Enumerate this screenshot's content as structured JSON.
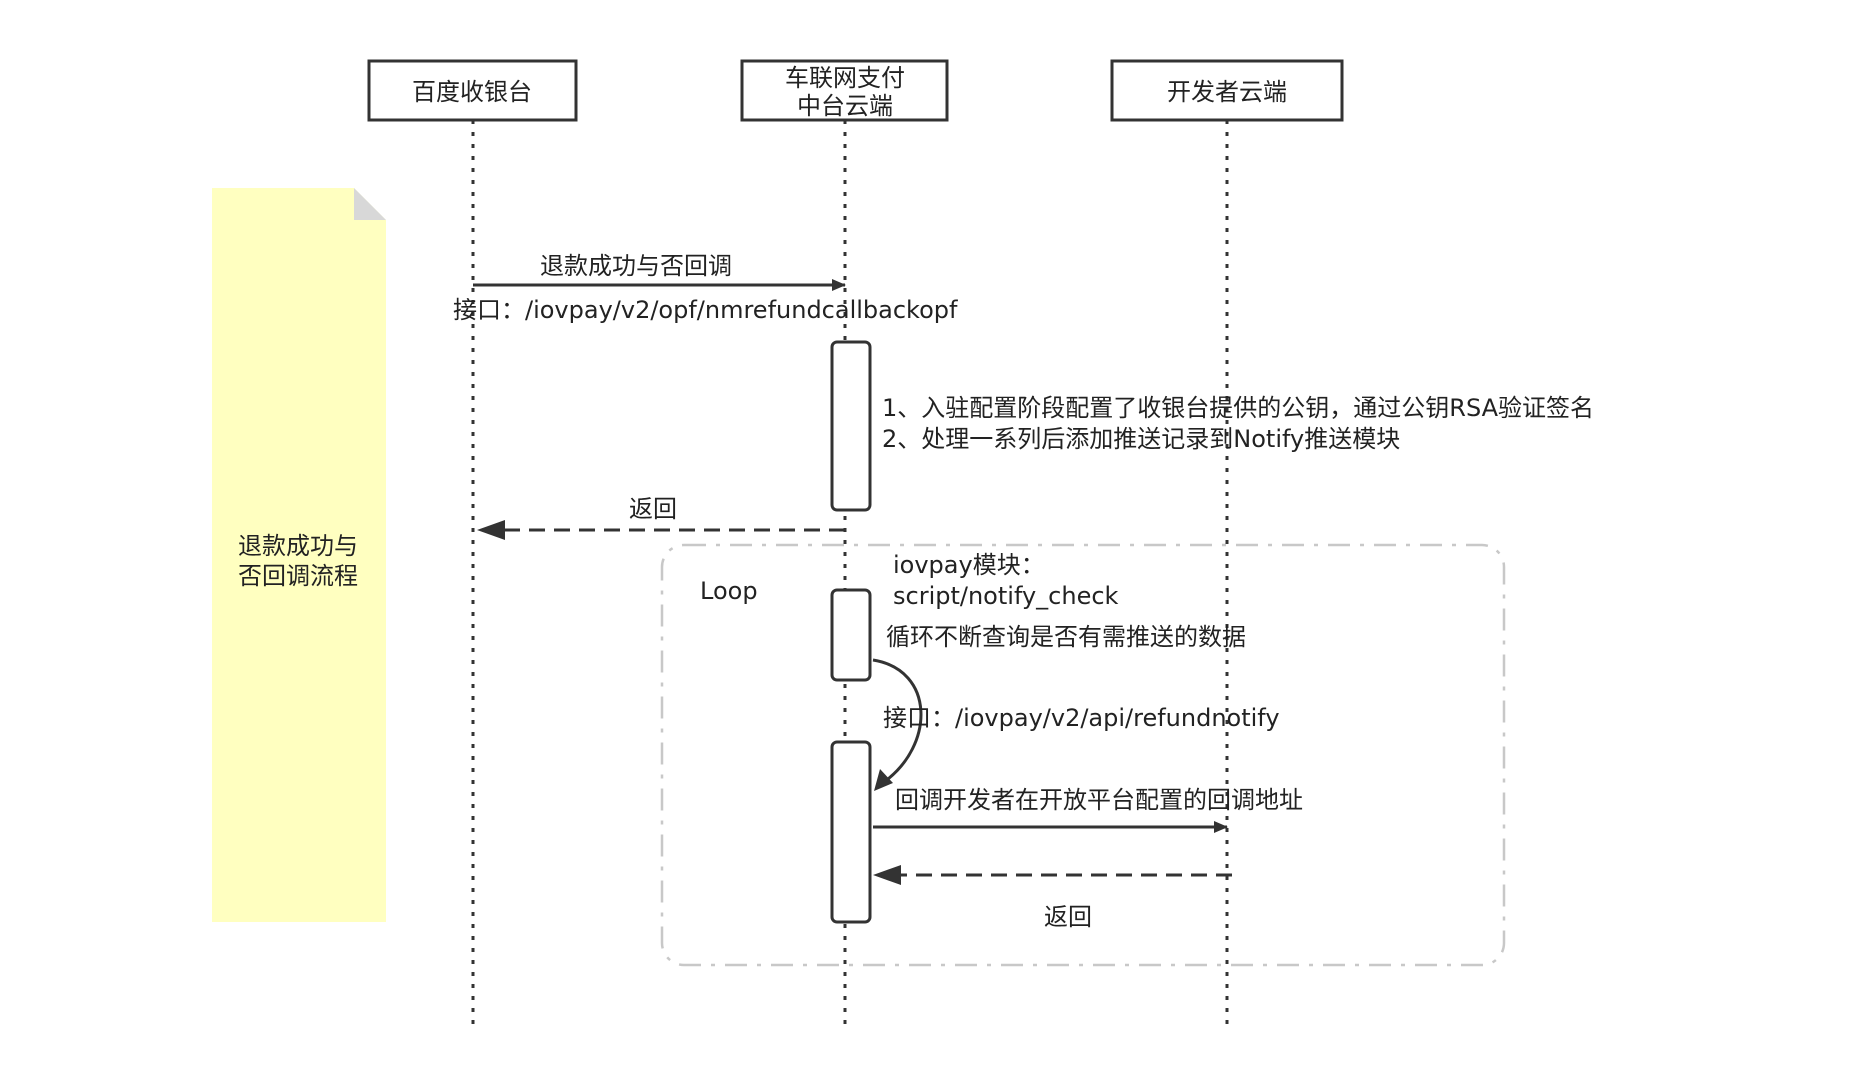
{
  "participants": [
    {
      "id": "cashier",
      "label_lines": [
        "百度收银台"
      ]
    },
    {
      "id": "iov",
      "label_lines": [
        "车联网支付",
        "中台云端"
      ]
    },
    {
      "id": "dev",
      "label_lines": [
        "开发者云端"
      ]
    }
  ],
  "side_note": {
    "lines": [
      "退款成功与",
      "否回调流程"
    ],
    "color": "#ffffc0"
  },
  "messages": {
    "refund_callback": {
      "label": "退款成功与否回调",
      "endpoint": "接口：/iovpay/v2/opf/nmrefundcallbackopf"
    },
    "processing_note": [
      "1、入驻配置阶段配置了收银台提供的公钥，通过公钥RSA验证签名",
      "2、处理一系列后添加推送记录到Notify推送模块"
    ],
    "return_1": {
      "label": "返回"
    },
    "loop_module": [
      "iovpay模块：",
      "script/notify_check"
    ],
    "loop_query": "循环不断查询是否有需推送的数据",
    "notify_endpoint": "接口：/iovpay/v2/api/refundnotify",
    "callback_dev": {
      "label": "回调开发者在开放平台配置的回调地址"
    },
    "return_2": {
      "label": "返回"
    }
  },
  "loop": {
    "label": "Loop"
  },
  "colors": {
    "line": "#333333",
    "frame": "#c8c8c8",
    "note_fold": "#cfcfcf"
  }
}
